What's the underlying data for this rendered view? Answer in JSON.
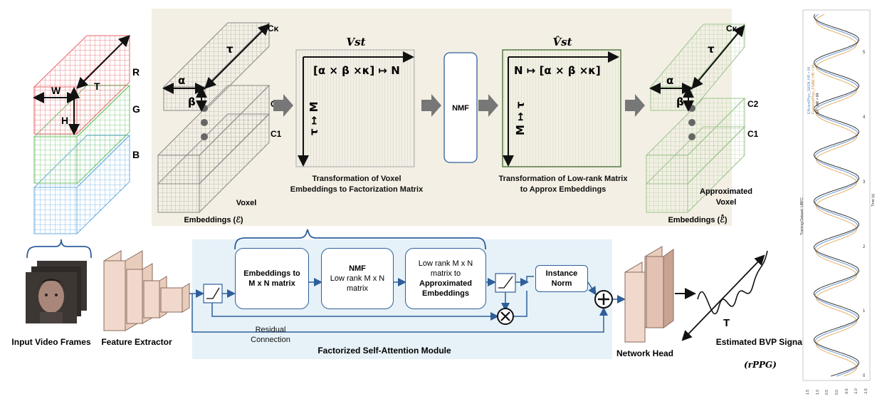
{
  "top_panel": {
    "rgb_labels": {
      "w": "W",
      "h": "H",
      "t": "T",
      "r": "R",
      "g": "G",
      "b": "B"
    },
    "voxel_labels": {
      "alpha": "α",
      "beta": "β",
      "tau": "τ",
      "c_kappa": "Cκ",
      "c2": "C2",
      "c1": "C1"
    },
    "voxel_caption_line1": "Voxel",
    "voxel_caption_line2": "Embeddings (ℰ)",
    "matrix_title": "Vst",
    "matrix_row_text": "[α × β ×κ] ↦ N",
    "matrix_col_text": "τ ↦ M",
    "matrix_caption": "Transformation of Voxel Embeddings to Factorization Matrix",
    "nmf_label": "NMF",
    "lowrank_title": "V̂st",
    "lowrank_row_text": "N ↦ [α × β ×κ]",
    "lowrank_col_text": "M ↦ τ",
    "lowrank_caption": "Transformation of Low-rank Matrix to Approx Embeddings",
    "approx_caption_line1": "Approximated",
    "approx_caption_line2": "Voxel",
    "approx_caption_line3": "Embeddings (ℰ̂)"
  },
  "bottom_panel": {
    "input_label": "Input Video Frames",
    "feature_label": "Feature Extractor",
    "box1": "Embeddings to M x N matrix",
    "box2_title": "NMF",
    "box2_sub": "Low rank M x N matrix",
    "box3_top": "Low rank M x N matrix to",
    "box3_bold": "Approximated Embeddings",
    "norm_label": "Instance Norm",
    "residual_label": "Residual Connection",
    "module_label": "Factorized Self-Attention Module",
    "head_label": "Network Head",
    "t_label": "T",
    "bvp_label": "Estimated BVP Signal",
    "bvp_symbol": "(rPPG)"
  },
  "side_plot": {
    "legend": [
      "EfficientPhys_SASN, HR = 84",
      "FactorizePhys_FSAM, HR = 84",
      "GT : HR = 84"
    ],
    "dataset_label": "Training Dataset: UBFC",
    "time_label": "Time (s)",
    "y_ticks": [
      "1.5",
      "1.0",
      "0.5",
      "0.0",
      "-0.5",
      "-1.0",
      "-1.5"
    ],
    "time_ticks": [
      "0",
      "1",
      "2",
      "3",
      "4",
      "5"
    ]
  },
  "chart_data": {
    "type": "line",
    "xlabel": "Time (s)",
    "xlim": [
      0,
      5.6
    ],
    "ylim": [
      -1.5,
      1.5
    ],
    "series": [
      {
        "name": "EfficientPhys_SASN, HR = 84",
        "color": "#5b8fd0",
        "phase": 0.0,
        "amp": 1.0
      },
      {
        "name": "FactorizePhys_FSAM, HR = 84",
        "color": "#e2a85a",
        "phase": 0.12,
        "amp": 0.95
      },
      {
        "name": "GT : HR = 84",
        "color": "#222222",
        "phase": -0.08,
        "amp": 1.05
      }
    ],
    "frequency_hz": 1.4
  },
  "colors": {
    "top_bg": "#f3efe4",
    "module_bg": "#e6f2f8",
    "red": "#e8656a",
    "green": "#6cbf6a",
    "blue": "#6aaee0",
    "face_cube": "#f0d9cc",
    "arrow": "#777777"
  }
}
